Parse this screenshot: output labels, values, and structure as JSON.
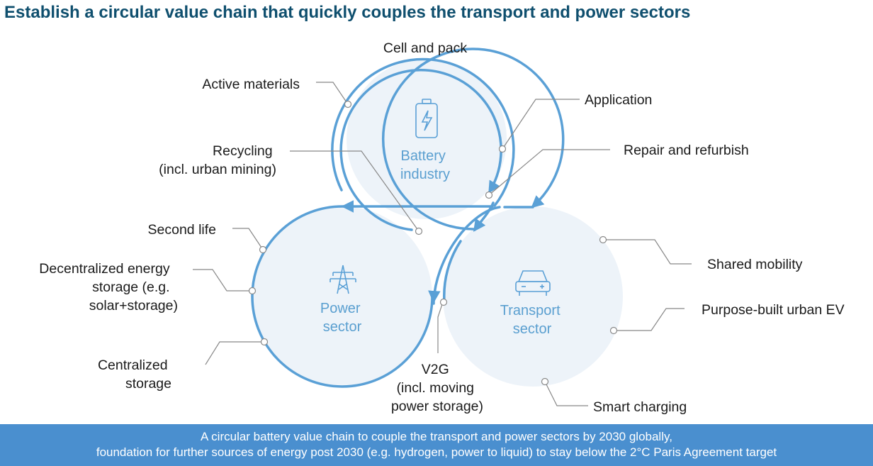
{
  "title": "Establish a circular value chain that quickly couples the transport and power sectors",
  "circles": {
    "battery": [
      "Battery",
      "industry"
    ],
    "power": [
      "Power",
      "sector"
    ],
    "transport": [
      "Transport",
      "sector"
    ]
  },
  "labels": {
    "cell_and_pack": "Cell and pack",
    "active_materials": "Active materials",
    "application": "Application",
    "recycling": [
      "Recycling",
      "(incl. urban mining)"
    ],
    "repair": "Repair and refurbish",
    "second_life": "Second life",
    "decentralized": [
      "Decentralized energy",
      "storage (e.g.",
      "solar+storage)"
    ],
    "centralized": [
      "Centralized",
      "storage"
    ],
    "v2g": [
      "V2G",
      "(incl. moving",
      "power storage)"
    ],
    "shared_mobility": "Shared mobility",
    "purpose_built": "Purpose-built urban EV",
    "smart_charging": "Smart charging"
  },
  "footer": {
    "line1": "A circular battery value chain to couple the transport and power sectors by 2030 globally,",
    "line2": "foundation for further sources of energy post 2030 (e.g. hydrogen, power to liquid) to stay below the 2°C Paris Agreement target"
  },
  "colors": {
    "circle_stroke": "#5aa0d6",
    "circle_fill": "#edf3f9",
    "leader": "#888888",
    "footer_bg": "#4a8fcf",
    "title": "#0f4f6e"
  },
  "icons": [
    "battery-icon",
    "power-pylon-icon",
    "car-icon"
  ]
}
